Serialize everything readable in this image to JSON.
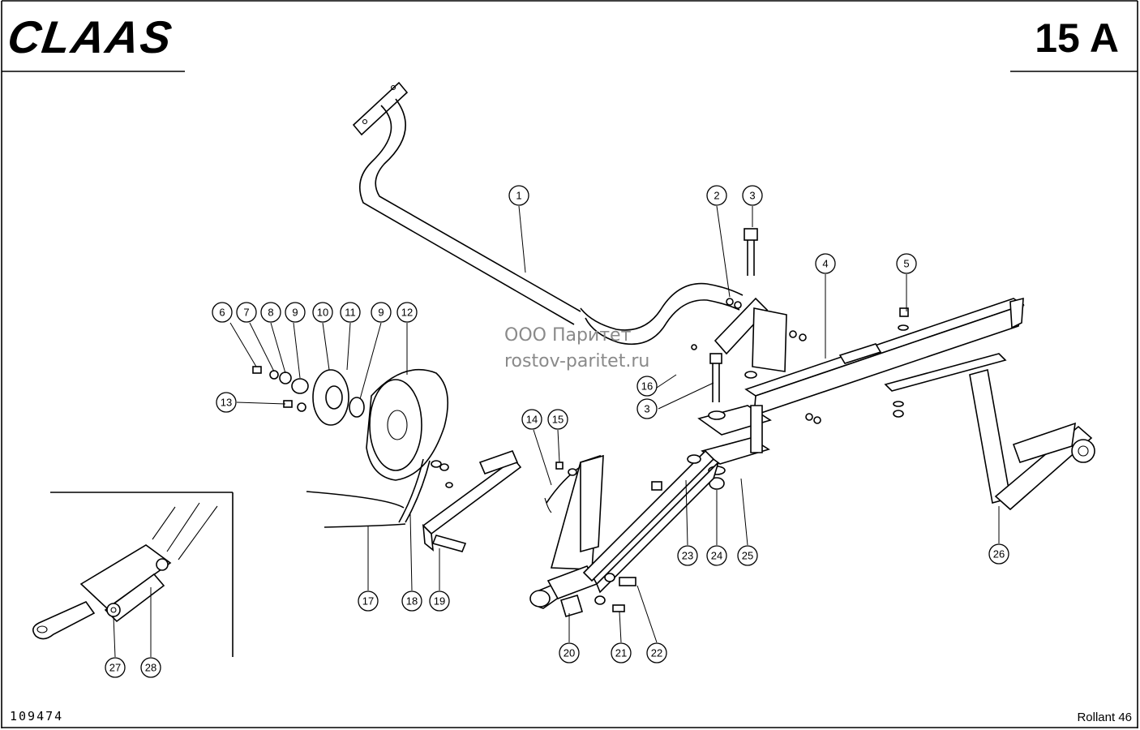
{
  "header": {
    "brand": "CLAAS",
    "page_code": "15 A"
  },
  "footer": {
    "drawing_number": "109474",
    "model": "Rollant 46"
  },
  "watermark": {
    "line1": "ООО Паритет",
    "line2": "rostov-paritet.ru"
  },
  "callouts": [
    {
      "id": "c1",
      "label": "1"
    },
    {
      "id": "c2",
      "label": "2"
    },
    {
      "id": "c3a",
      "label": "3"
    },
    {
      "id": "c3b",
      "label": "3"
    },
    {
      "id": "c4",
      "label": "4"
    },
    {
      "id": "c5",
      "label": "5"
    },
    {
      "id": "c6",
      "label": "6"
    },
    {
      "id": "c7",
      "label": "7"
    },
    {
      "id": "c8",
      "label": "8"
    },
    {
      "id": "c9a",
      "label": "9"
    },
    {
      "id": "c9b",
      "label": "9"
    },
    {
      "id": "c10",
      "label": "10"
    },
    {
      "id": "c11",
      "label": "11"
    },
    {
      "id": "c12",
      "label": "12"
    },
    {
      "id": "c13",
      "label": "13"
    },
    {
      "id": "c14",
      "label": "14"
    },
    {
      "id": "c15",
      "label": "15"
    },
    {
      "id": "c16",
      "label": "16"
    },
    {
      "id": "c17",
      "label": "17"
    },
    {
      "id": "c18",
      "label": "18"
    },
    {
      "id": "c19",
      "label": "19"
    },
    {
      "id": "c20",
      "label": "20"
    },
    {
      "id": "c21",
      "label": "21"
    },
    {
      "id": "c22",
      "label": "22"
    },
    {
      "id": "c23",
      "label": "23"
    },
    {
      "id": "c24",
      "label": "24"
    },
    {
      "id": "c25",
      "label": "25"
    },
    {
      "id": "c26",
      "label": "26"
    },
    {
      "id": "c27",
      "label": "27"
    },
    {
      "id": "c28",
      "label": "28"
    }
  ]
}
